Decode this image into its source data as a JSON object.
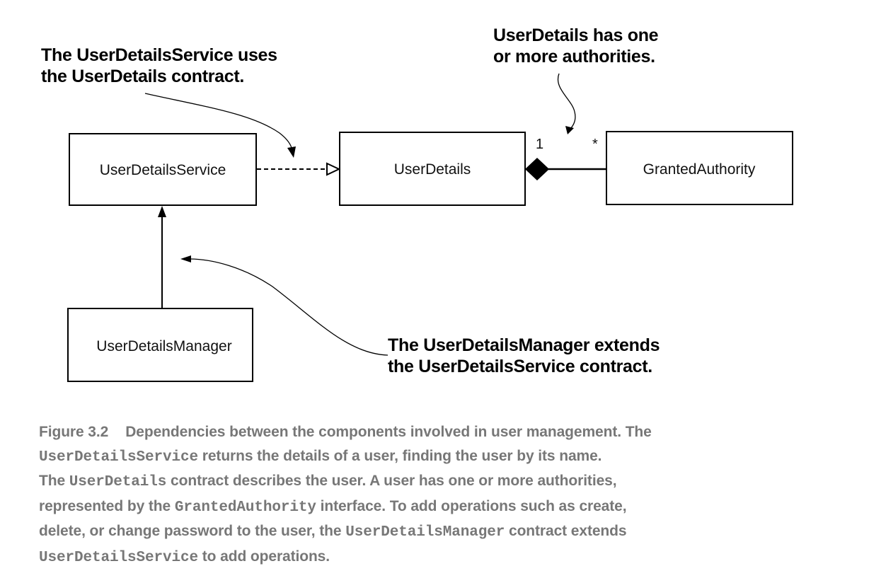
{
  "diagram": {
    "boxes": {
      "user_details_service": "UserDetailsService",
      "user_details": "UserDetails",
      "granted_authority": "GrantedAuthority",
      "user_details_manager": "UserDetailsManager"
    },
    "multiplicity": {
      "source": "1",
      "target": "*"
    },
    "annotations": {
      "uses_contract": [
        "The UserDetailsService uses",
        "the UserDetails contract."
      ],
      "has_authorities": [
        "UserDetails has one",
        "or more authorities."
      ],
      "extends_contract": [
        "The UserDetailsManager extends",
        "the UserDetailsService contract."
      ]
    }
  },
  "caption": {
    "label": "Figure 3.2",
    "line1_text": "Dependencies between the components involved in user management. The",
    "line2_code": "UserDetailsService",
    "line2_text": " returns the details of a user, finding the user by its name.",
    "line3_text_a": "The ",
    "line3_code": "UserDetails",
    "line3_text_b": " contract describes the user. A user has one or more authorities,",
    "line4_text_a": "represented by the ",
    "line4_code": "GrantedAuthority",
    "line4_text_b": " interface. To add operations such as create,",
    "line5_text_a": "delete, or change password to the user, the ",
    "line5_code": "UserDetailsManager",
    "line5_text_b": " contract extends",
    "line6_code": "UserDetailsService",
    "line6_text": " to add operations."
  }
}
